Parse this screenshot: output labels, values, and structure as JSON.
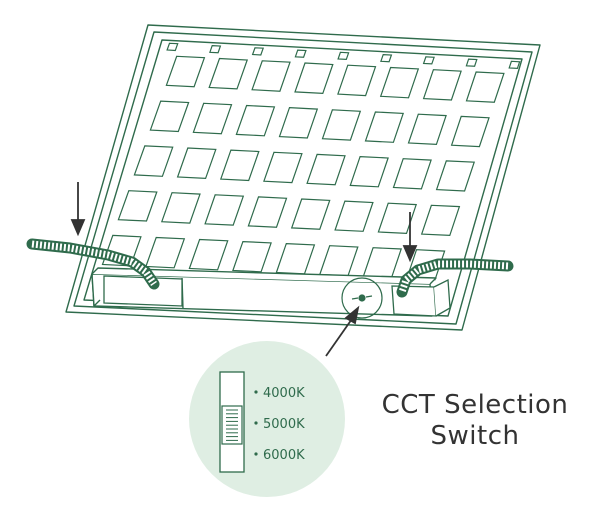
{
  "caption": {
    "line1": "CCT Selection",
    "line2": "Switch"
  },
  "switch_options": [
    "4000K",
    "5000K",
    "6000K"
  ],
  "selected_option": "5000K",
  "colors": {
    "line": "#2f6b4c",
    "detail_fill": "#dfeee3",
    "text": "#2f6b4c",
    "caption": "#333333",
    "arrow": "#333333"
  }
}
